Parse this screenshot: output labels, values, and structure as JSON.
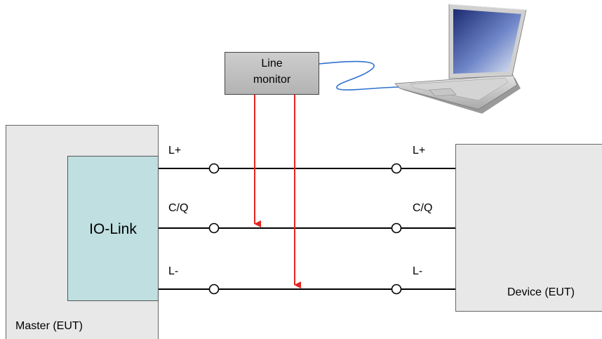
{
  "master": {
    "label": "Master (EUT)",
    "module_label": "IO-Link"
  },
  "device": {
    "label": "Device (EUT)"
  },
  "line_monitor": {
    "line1": "Line",
    "line2": "monitor"
  },
  "laptop": {
    "icon": "laptop-icon"
  },
  "lines": [
    {
      "master_label": "L+",
      "device_label": "L+"
    },
    {
      "master_label": "C/Q",
      "device_label": "C/Q"
    },
    {
      "master_label": "L-",
      "device_label": "L-"
    }
  ],
  "colors": {
    "box_fill": "#e8e8e8",
    "module_fill": "#bfdfe0",
    "monitor_fill": "#c2c2c2",
    "probe_arrow": "#e8231f",
    "cable": "#3070d0"
  }
}
